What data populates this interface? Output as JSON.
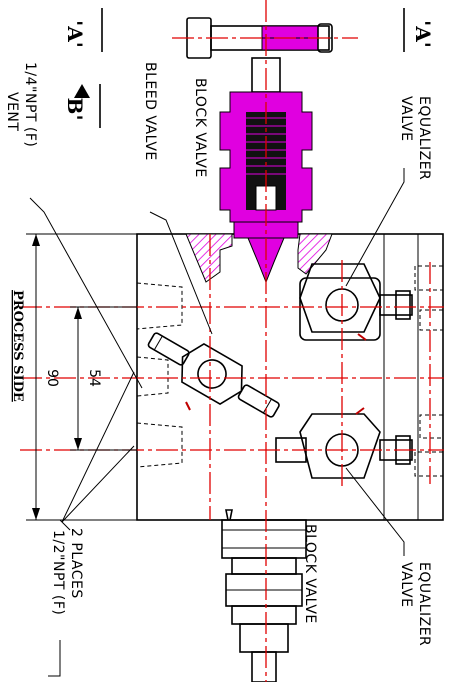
{
  "section_marks": {
    "a_left": "'A'",
    "a_right": "'A'",
    "b": "'B'"
  },
  "labels": {
    "vent_line1": "1/4\"NPT (F)",
    "vent_line2": "VENT",
    "bleed_valve": "BLEED VALVE",
    "block_valve_top": "BLOCK VALVE",
    "equalizer_top_line1": "EQUALIZER",
    "equalizer_top_line2": "VALVE",
    "process_side": "PROCESS SIDE",
    "places_line1": "2 PLACES",
    "places_line2": "1/2\"NPT (F)",
    "block_valve_bottom": "BLOCK VALVE",
    "equalizer_bottom_line1": "EQUALIZER",
    "equalizer_bottom_line2": "VALVE"
  },
  "dimensions": {
    "overall": "90",
    "inner": "54"
  },
  "colors": {
    "centerline": "#e00000",
    "section": "#e000e0",
    "outline": "#000000"
  }
}
